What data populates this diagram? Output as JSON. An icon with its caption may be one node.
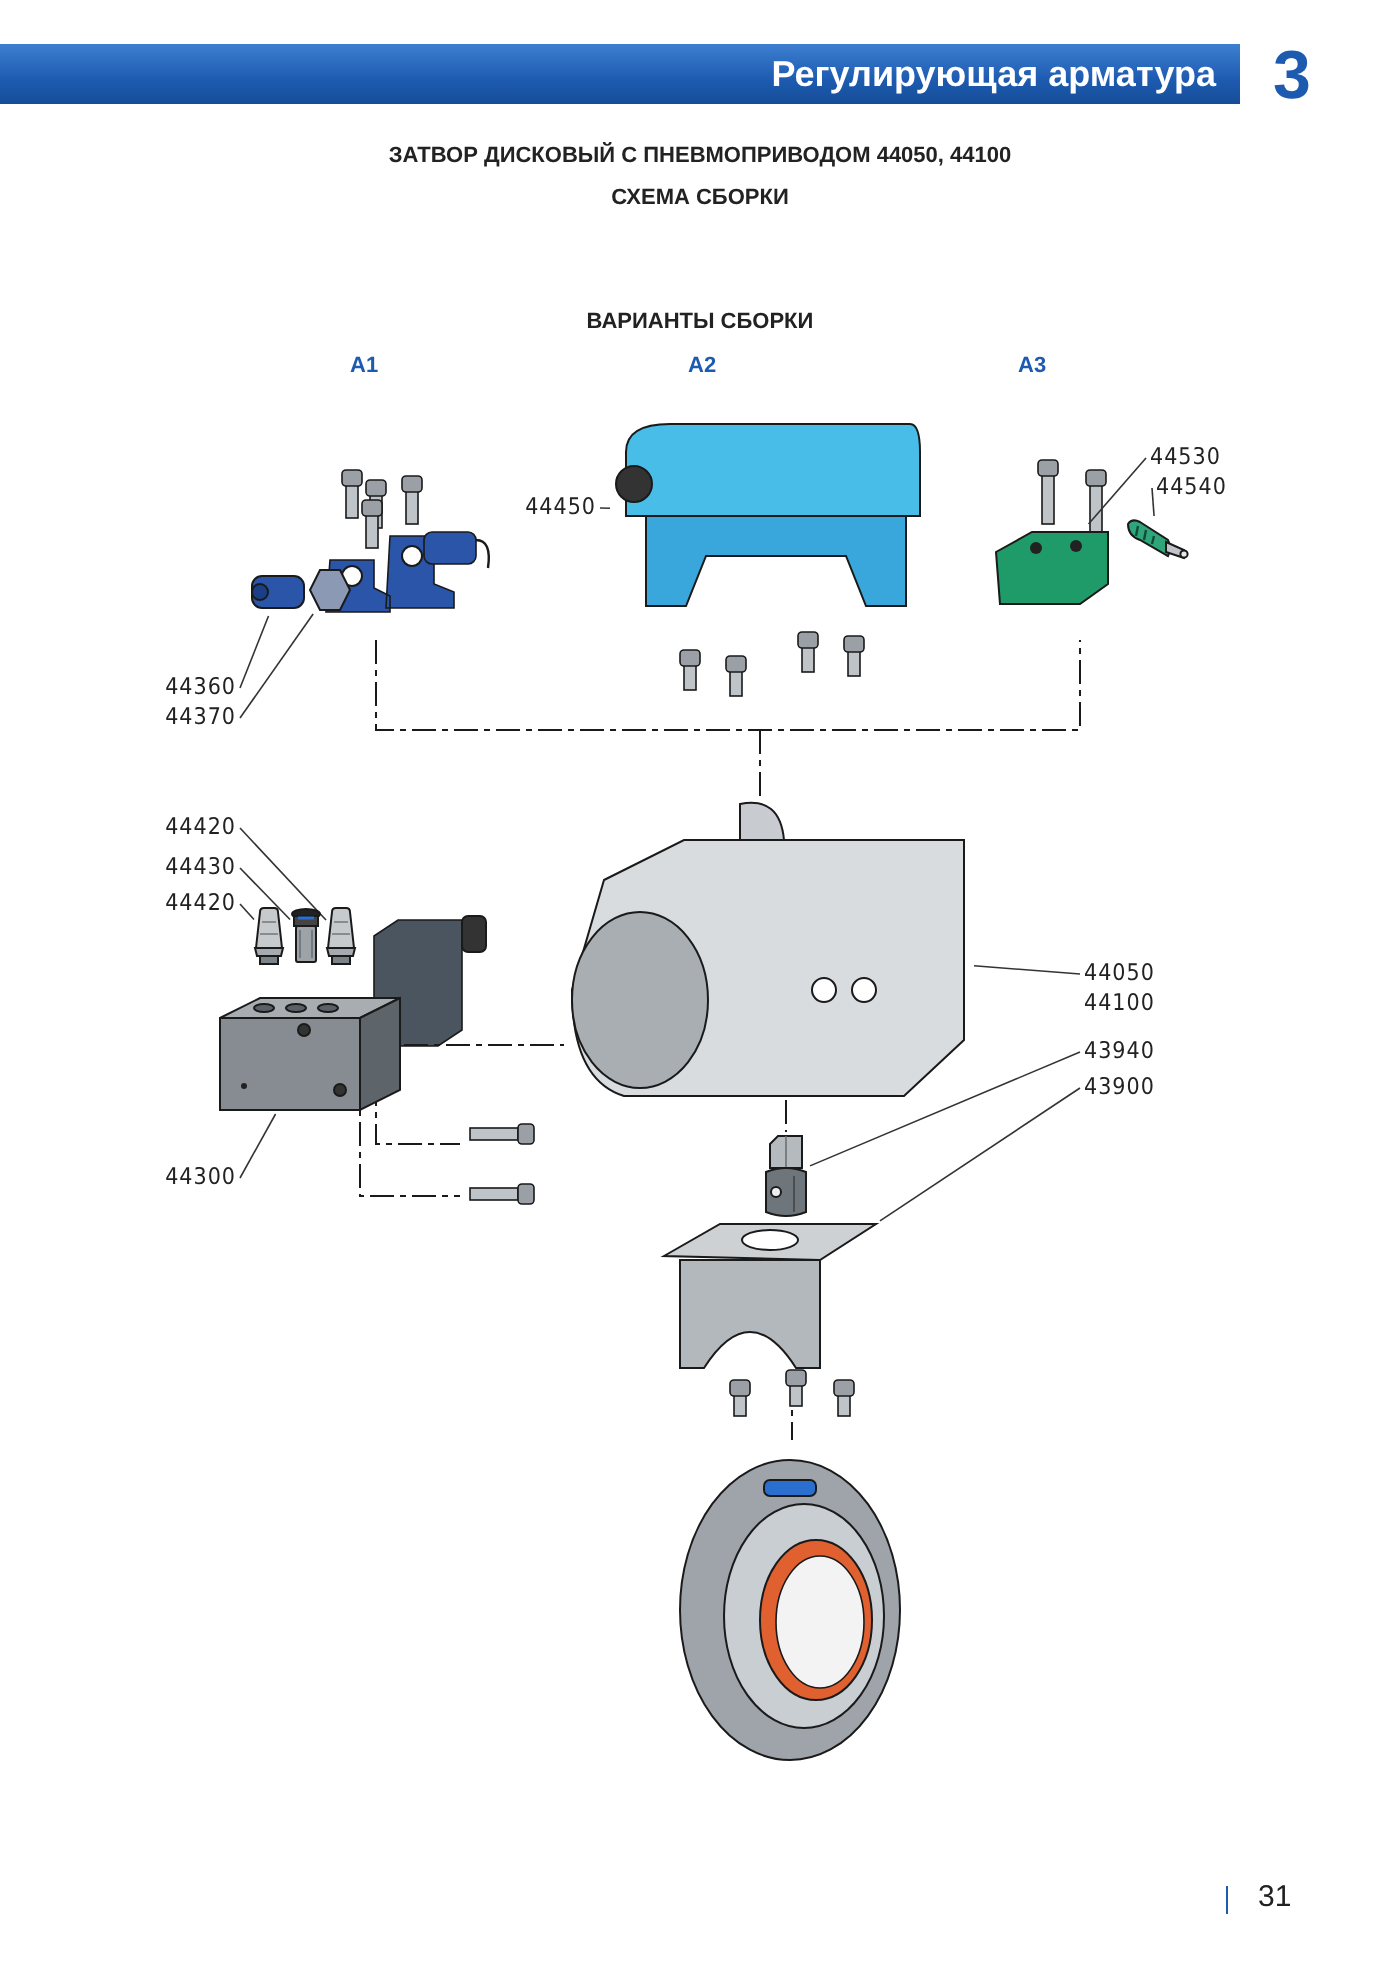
{
  "diagram": {
    "title": "ЗАТВОР ДИСКОВЫЙ С ПНЕВМОПРИВОДОМ 44050, 44100",
    "nodes": [
      {
        "text": [
          "44450"
        ]
      },
      {
        "text": [],
        "shape": "picture"
      },
      {
        "text": [
          "44360"
        ]
      },
      {
        "text": [],
        "shape": "picture"
      },
      {
        "text": [
          "44370"
        ]
      },
      {
        "text": [],
        "shape": "picture"
      },
      {
        "text": [
          "44530"
        ]
      },
      {
        "text": [],
        "shape": "picture"
      },
      {
        "text": [
          "44540"
        ]
      },
      {
        "text": [],
        "shape": "picture"
      },
      {
        "text": [
          "44420"
        ]
      },
      {
        "text": [],
        "shape": "picture"
      },
      {
        "text": [
          "44430"
        ]
      },
      {
        "text": [],
        "shape": "picture"
      },
      {
        "text": [
          "44420"
        ]
      },
      {
        "text": [],
        "shape": "picture"
      },
      {
        "text": [
          "44300"
        ]
      },
      {
        "text": [],
        "shape": "picture"
      },
      {
        "text": [
          "44050 44100"
        ]
      },
      {
        "text": [],
        "shape": "picture"
      },
      {
        "text": [
          "43940"
        ]
      },
      {
        "text": [],
        "shape": "picture"
      },
      {
        "text": [
          "43900"
        ]
      },
      {
        "text": [],
        "shape": "picture"
      }
    ],
    "edges": [
      {
        "from": 0,
        "to": 1,
        "arrow": "none"
      },
      {
        "from": 2,
        "to": 3,
        "arrow": "none"
      },
      {
        "from": 4,
        "to": 5,
        "arrow": "none"
      },
      {
        "from": 6,
        "to": 7,
        "arrow": "none"
      },
      {
        "from": 8,
        "to": 9,
        "arrow": "none"
      },
      {
        "from": 10,
        "to": 11,
        "arrow": "none"
      },
      {
        "from": 12,
        "to": 13,
        "arrow": "none"
      },
      {
        "from": 14,
        "to": 15,
        "arrow": "none"
      },
      {
        "from": 16,
        "to": 17,
        "arrow": "none"
      },
      {
        "from": 18,
        "to": 19,
        "arrow": "none"
      },
      {
        "from": 20,
        "to": 21,
        "arrow": "none"
      },
      {
        "from": 22,
        "to": 23,
        "arrow": "none"
      },
      {
        "from": 17,
        "to": 19,
        "arrow": "none",
        "style": "dashed"
      },
      {
        "from": 19,
        "to": 21,
        "arrow": "none",
        "style": "dashed"
      }
    ],
    "labels": [
      "Регулирующая арматура",
      "3",
      "СХЕМА СБОРКИ",
      "ВАРИАНТЫ СБОРКИ",
      "A1",
      "A2",
      "A3",
      "31"
    ]
  }
}
